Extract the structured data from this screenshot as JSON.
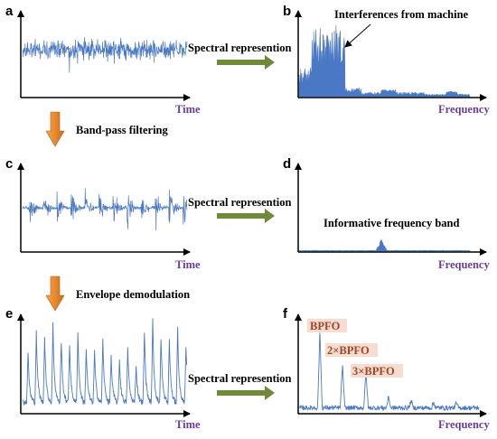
{
  "colors": {
    "signal": "#4a78c4",
    "axis": "#000000",
    "axis_label": "#6a3d9a",
    "green_arrow": "#6f8a3b",
    "orange_arrow": "#e8892e",
    "peak_label_text": "#a0442a",
    "peak_label_bg": "#f7dcd0"
  },
  "panels": {
    "a": {
      "letter": "a",
      "xlabel": "Time",
      "kind": "noise"
    },
    "b": {
      "letter": "b",
      "xlabel": "Frequency",
      "kind": "spectrum",
      "annotation": "Interferences from machine"
    },
    "c": {
      "letter": "c",
      "xlabel": "Time",
      "kind": "bursts"
    },
    "d": {
      "letter": "d",
      "xlabel": "Frequency",
      "kind": "band",
      "annotation": "Informative frequency band"
    },
    "e": {
      "letter": "e",
      "xlabel": "Time",
      "kind": "envelope"
    },
    "f": {
      "letter": "f",
      "xlabel": "Frequency",
      "kind": "envelope_spectrum",
      "peaks": [
        {
          "label": "BPFO"
        },
        {
          "label": "2×BPFO"
        },
        {
          "label": "3×BPFO"
        }
      ]
    }
  },
  "steps": {
    "spectral_1": "Spectral represention",
    "spectral_2": "Spectral represention",
    "spectral_3": "Spectral represention",
    "bandpass": "Band-pass filtering",
    "envelope": "Envelope demodulation"
  },
  "icons": {
    "right_arrow": "right-arrow-icon",
    "down_arrow": "down-arrow-icon",
    "pointer": "pointer-arrow-icon"
  }
}
